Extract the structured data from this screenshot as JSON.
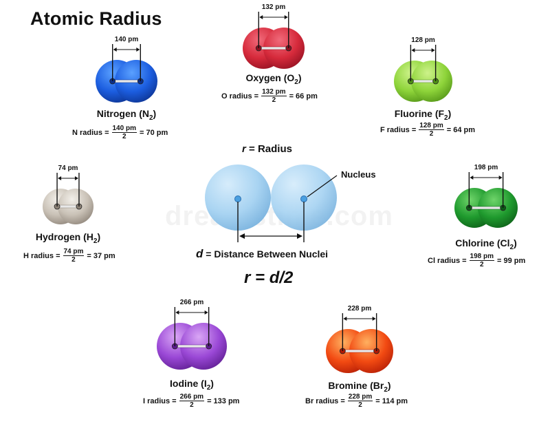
{
  "title": "Atomic Radius",
  "molecules": [
    {
      "id": "oxygen",
      "name": "Oxygen (O",
      "sub": "2",
      "close": ")",
      "dist": "132 pm",
      "eq_prefix": "O radius =",
      "num": "132 pm",
      "den": "2",
      "result": "= 66 pm",
      "colors": [
        "#f06a7a",
        "#d62a3b",
        "#8e1020"
      ]
    },
    {
      "id": "nitrogen",
      "name": "Nitrogen (N",
      "sub": "2",
      "close": ")",
      "dist": "140 pm",
      "eq_prefix": "N radius =",
      "num": "140 pm",
      "den": "2",
      "result": "= 70 pm",
      "colors": [
        "#5aa0ff",
        "#1c5ee0",
        "#0b2f8a"
      ]
    },
    {
      "id": "fluorine",
      "name": "Fluorine (F",
      "sub": "2",
      "close": ")",
      "dist": "128 pm",
      "eq_prefix": "F radius =",
      "num": "128 pm",
      "den": "2",
      "result": "= 64 pm",
      "colors": [
        "#cdf28a",
        "#8ed43a",
        "#4e8f14"
      ]
    },
    {
      "id": "hydrogen",
      "name": "Hydrogen (H",
      "sub": "2",
      "close": ")",
      "dist": "74 pm",
      "eq_prefix": "H radius =",
      "num": "74 pm",
      "den": "2",
      "result": "= 37 pm",
      "colors": [
        "#f2efe9",
        "#c9c1b6",
        "#8a8075"
      ]
    },
    {
      "id": "chlorine",
      "name": "Chlorine (Cl",
      "sub": "2",
      "close": ")",
      "dist": "198 pm",
      "eq_prefix": "Cl radius =",
      "num": "198 pm",
      "den": "2",
      "result": "= 99 pm",
      "colors": [
        "#6fd46a",
        "#1f9a2e",
        "#0c5a16"
      ]
    },
    {
      "id": "iodine",
      "name": "Iodine (I",
      "sub": "2",
      "close": ")",
      "dist": "266 pm",
      "eq_prefix": "I radius =",
      "num": "266 pm",
      "den": "2",
      "result": "= 133 pm",
      "colors": [
        "#d9a6f5",
        "#9a48d6",
        "#5a1a8c"
      ]
    },
    {
      "id": "bromine",
      "name": "Bromine (Br",
      "sub": "2",
      "close": ")",
      "dist": "228 pm",
      "eq_prefix": "Br radius =",
      "num": "228 pm",
      "den": "2",
      "result": "= 114 pm",
      "colors": [
        "#ffb060",
        "#f24a12",
        "#b01a05"
      ]
    }
  ],
  "center": {
    "r_symbol": "r",
    "r_label": "= Radius",
    "nucleus": "Nucleus",
    "d_symbol": "d",
    "d_label": "= Distance Between Nuclei",
    "formula": "r = d/2",
    "sphere_color": "#a9d4f2"
  },
  "watermark": "dreamstime.com"
}
